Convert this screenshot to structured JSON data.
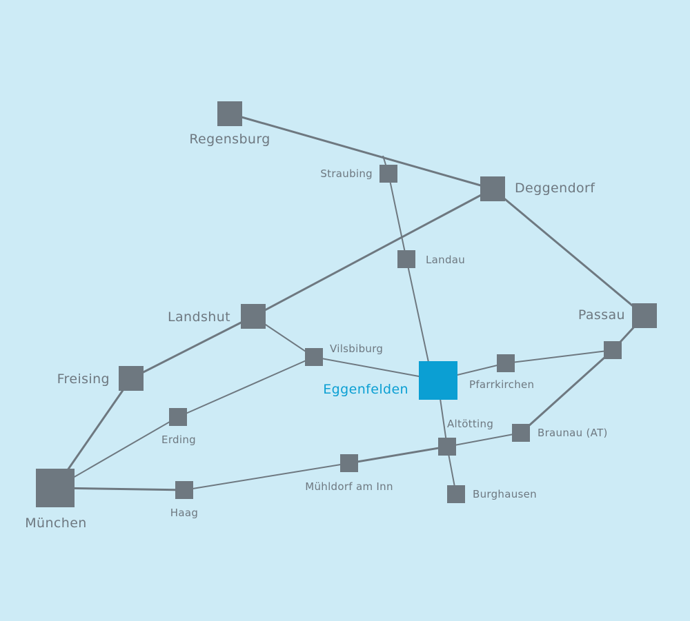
{
  "colors": {
    "background": "#cdebf6",
    "node": "#6e7880",
    "highlight": "#0b9fd3"
  },
  "cities": {
    "regensburg": "Regensburg",
    "straubing": "Straubing",
    "deggendorf": "Deggendorf",
    "landau": "Landau",
    "landshut": "Landshut",
    "passau": "Passau",
    "vilsbiburg": "Vilsbiburg",
    "eggenfelden": "Eggenfelden",
    "pfarrkirchen": "Pfarrkirchen",
    "freising": "Freising",
    "erding": "Erding",
    "altoetting": "Altötting",
    "braunau": "Braunau (AT)",
    "muenchen": "München",
    "haag": "Haag",
    "muehldorf": "Mühldorf am Inn",
    "burghausen": "Burghausen"
  }
}
